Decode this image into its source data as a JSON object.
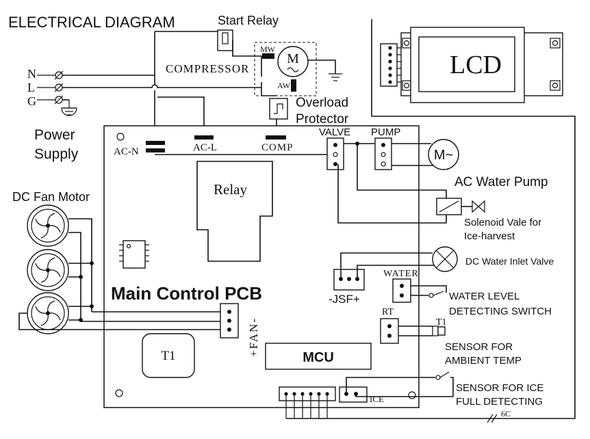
{
  "title": "ELECTRICAL DIAGRAM",
  "power": {
    "n": "N",
    "l": "L",
    "g": "G",
    "label_line1": "Power",
    "label_line2": "Supply"
  },
  "compressor": {
    "start_relay": "Start Relay",
    "label": "COMPRESSOR",
    "mw": "MW",
    "aw": "AW",
    "motor": "M",
    "overload_line1": "Overload",
    "overload_line2": "Protector"
  },
  "pcb": {
    "title": "Main Control PCB",
    "ac_n": "AC-N",
    "ac_l": "AC-L",
    "comp": "COMP",
    "valve": "VALVE",
    "pump": "PUMP",
    "relay": "Relay",
    "jsf": "-JSF+",
    "fan": "+FAN-",
    "water": "WATER",
    "rt": "RT",
    "ice": "ICE",
    "t1": "T1",
    "mcu": "MCU"
  },
  "components": {
    "lcd": "LCD",
    "pump_motor": "M~",
    "ac_water_pump": "AC Water Pump",
    "solenoid_line1": "Solenoid Vale for",
    "solenoid_line2": "Ice-harvest",
    "dc_inlet": "DC Water Inlet Valve",
    "water_level_line1": "WATER LEVEL",
    "water_level_line2": "DETECTING SWITCH",
    "t1_sensor": "T1",
    "ambient_line1": "SENSOR FOR",
    "ambient_line2": "AMBIENT TEMP",
    "ice_full_line1": "SENSOR FOR ICE",
    "ice_full_line2": "FULL DETECTING",
    "cable_count": "6C",
    "dc_fan_motor": "DC Fan Motor"
  }
}
